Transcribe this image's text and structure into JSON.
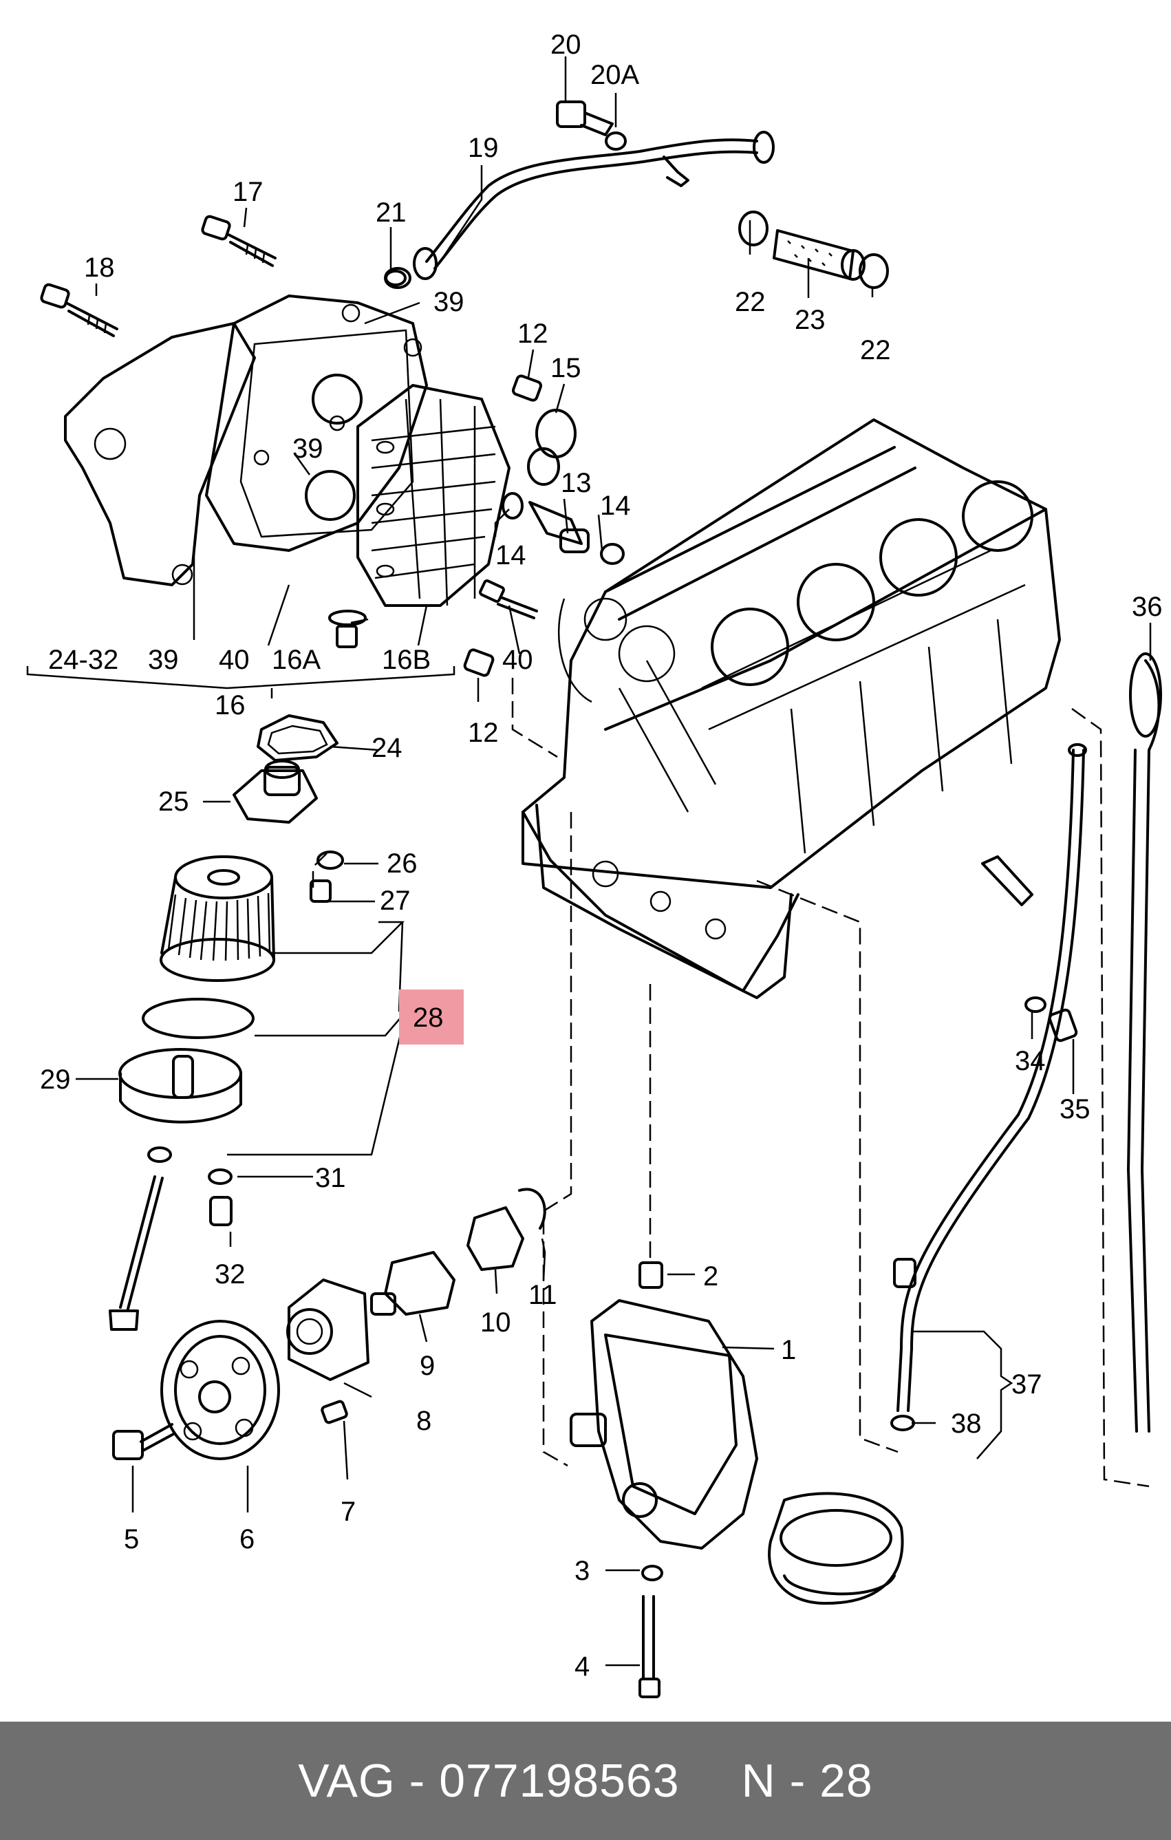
{
  "diagram": {
    "callouts": {
      "c20": "20",
      "c20a": "20A",
      "c19": "19",
      "c17": "17",
      "c21": "21",
      "c18": "18",
      "c39a": "39",
      "c12a": "12",
      "c15": "15",
      "c22a": "22",
      "c23": "23",
      "c22b": "22",
      "c39b": "39",
      "c13": "13",
      "c14a": "14",
      "c14b": "14",
      "c36": "36",
      "c24_32": "24-32",
      "c39c": "39",
      "c40a": "40",
      "c16a": "16A",
      "c16b": "16B",
      "c40b": "40",
      "c16": "16",
      "c12b": "12",
      "c24": "24",
      "c25": "25",
      "c26": "26",
      "c27": "27",
      "c28": "28",
      "c29": "29",
      "c31": "31",
      "c32": "32",
      "c34": "34",
      "c35": "35",
      "c2": "2",
      "c1": "1",
      "c11": "11",
      "c10": "10",
      "c9": "9",
      "c8": "8",
      "c37": "37",
      "c38": "38",
      "c7": "7",
      "c5": "5",
      "c6": "6",
      "c3": "3",
      "c4": "4"
    },
    "highlight_color": "#f09ba3"
  },
  "footer": {
    "part_text": "VAG - 077198563",
    "page_text": "N - 28",
    "background": "#6f6f6f"
  }
}
